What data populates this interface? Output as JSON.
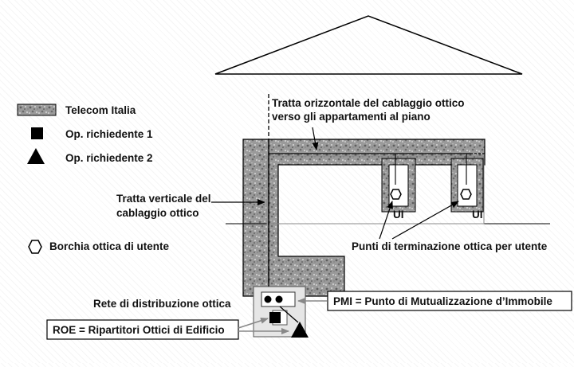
{
  "legend": {
    "telecom": "Telecom Italia",
    "op1": "Op. richiedente 1",
    "op2": "Op. richiedente 2",
    "borchia": "Borchia ottica di utente"
  },
  "labels": {
    "orizzontale_1": "Tratta orizzontale del cablaggio ottico",
    "orizzontale_2": "verso gli appartamenti al piano",
    "verticale_1": "Tratta verticale del",
    "verticale_2": "cablaggio ottico",
    "terminazione": "Punti di terminazione ottica per utente",
    "rete": "Rete di distribuzione ottica",
    "pmi": "PMI = Punto di Mutualizzazione d’Immobile",
    "roe": "ROE = Ripartitori Ottici di Edificio",
    "ui_1": "UI",
    "ui_2": "UI"
  },
  "colors": {
    "granite": "#8f8f8f",
    "line": "#000000"
  }
}
